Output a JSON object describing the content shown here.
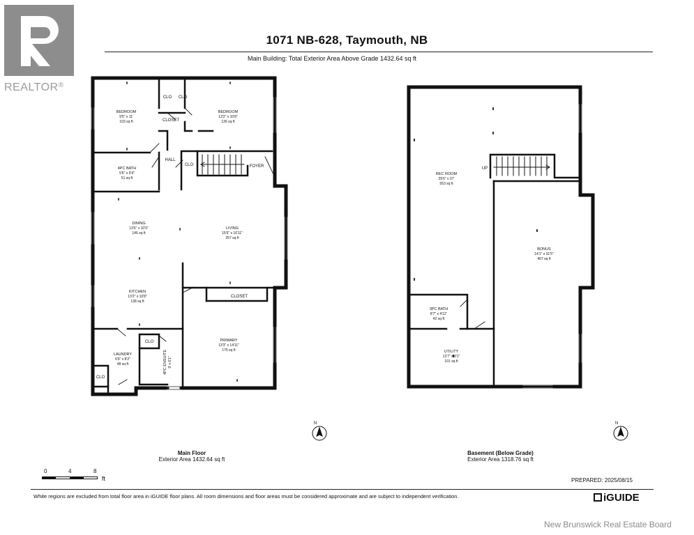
{
  "header": {
    "title": "1071 NB-628, Taymouth, NB",
    "subtitle": "Main Building: Total Exterior Area Above Grade 1432.64 sq ft"
  },
  "logo": {
    "text": "REALTOR",
    "mark": "®",
    "color": "#8d8d8d"
  },
  "main_floor": {
    "caption_title": "Main Floor",
    "caption_area": "Exterior Area 1432.64 sq ft",
    "rooms": [
      {
        "id": "bedroom1",
        "name": "BEDROOM",
        "dims": "9'5\" x 11'",
        "area": "103 sq ft"
      },
      {
        "id": "bedroom2",
        "name": "BEDROOM",
        "dims": "13'2\" x 10'8\"",
        "area": "136 sq ft"
      },
      {
        "id": "bath4pc",
        "name": "4PC BATH",
        "dims": "5'6\" x 9'4\"",
        "area": "51 sq ft"
      },
      {
        "id": "dining",
        "name": "DINING",
        "dims": "13'6\" x 10'9\"",
        "area": "146 sq ft"
      },
      {
        "id": "living",
        "name": "LIVING",
        "dims": "15'6\" x 16'11\"",
        "area": "257 sq ft"
      },
      {
        "id": "kitchen",
        "name": "KITCHEN",
        "dims": "13'2\" x 10'8\"",
        "area": "138 sq ft"
      },
      {
        "id": "laundry",
        "name": "LAUNDRY",
        "dims": "6'9\" x 8'2\"",
        "area": "48 sq ft"
      },
      {
        "id": "primary",
        "name": "PRIMARY",
        "dims": "13'3\" x 14'11\"",
        "area": "175 sq ft"
      },
      {
        "id": "ensuite",
        "name": "4PC ENSUITE",
        "dims": "9' x 6'1\""
      }
    ],
    "labels": {
      "clo": "CLO",
      "closet": "CLOSET",
      "hall": "HALL",
      "foyer": "FOYER"
    }
  },
  "basement": {
    "caption_title": "Basement (Below Grade)",
    "caption_area": "Exterior Area 1318.76 sq ft",
    "rooms": [
      {
        "id": "rec",
        "name": "REC ROOM",
        "dims": "25'6\" x 37'",
        "area": "553 sq ft"
      },
      {
        "id": "bonus",
        "name": "BONUS",
        "dims": "14'1\" x 31'5\"",
        "area": "407 sq ft"
      },
      {
        "id": "bath3pc",
        "name": "3PC BATH",
        "dims": "8'7\" x 4'11\"",
        "area": "42 sq ft"
      },
      {
        "id": "utility",
        "name": "UTILITY",
        "dims": "12'7\" x 8'1\"",
        "area": "101 sq ft"
      }
    ],
    "labels": {
      "up": "UP"
    }
  },
  "compass": {
    "label": "N"
  },
  "scale": {
    "ticks": [
      "0",
      "4",
      "8"
    ],
    "unit": "ft"
  },
  "footer": {
    "prepared": "PREPARED: 2025/08/15",
    "disclaimer": "White regions are excluded from total floor area in iGUIDE floor plans. All room dimensions and floor areas must be considered approximate and are subject to independent verification.",
    "brand": "iGUIDE",
    "watermark": "New Brunswick Real Estate Board"
  }
}
